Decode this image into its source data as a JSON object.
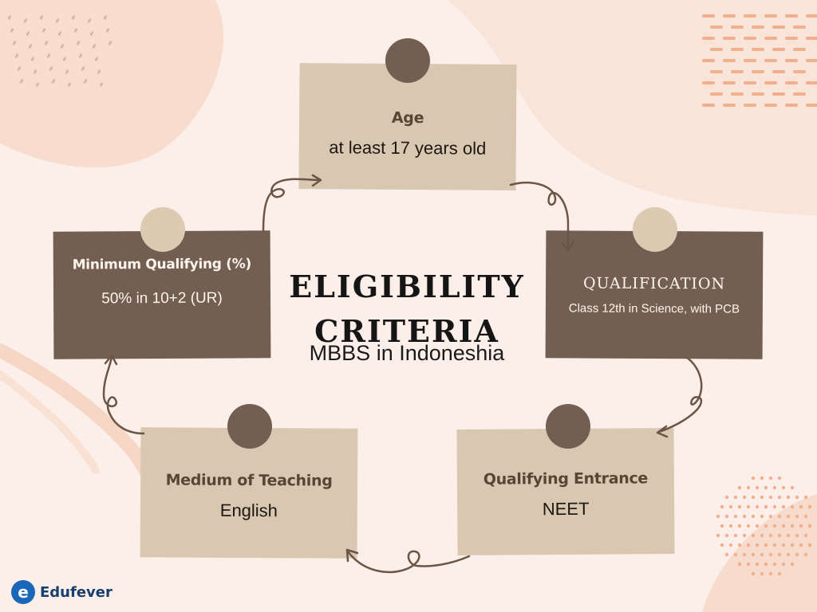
{
  "title": "ELIGIBILITY CRITERIA",
  "subtitle": "MBBS in Indoneshia",
  "cards": {
    "age": {
      "title": "Age",
      "value": "at least 17 years old"
    },
    "qualification": {
      "title": "Qualification",
      "value": "Class 12th in Science, with PCB"
    },
    "entrance": {
      "title": "Qualifying Entrance",
      "value": "NEET"
    },
    "medium": {
      "title": "Medium of Teaching",
      "value": "English"
    },
    "minimum": {
      "title": "Minimum Qualifying (%)",
      "value": "50% in 10+2 (UR)"
    }
  },
  "logo": {
    "mark": "e",
    "text": "Edufever"
  },
  "colors": {
    "background": "#fcefe9",
    "blob": "#f8ddcf",
    "card_light": "#d9c8b1",
    "card_dark": "#735f52",
    "arrow": "#6b5547",
    "logo_blue": "#1a66b8"
  },
  "icons": [
    "flow-arrow-icon",
    "pin-icon",
    "edufever-logo-icon"
  ]
}
